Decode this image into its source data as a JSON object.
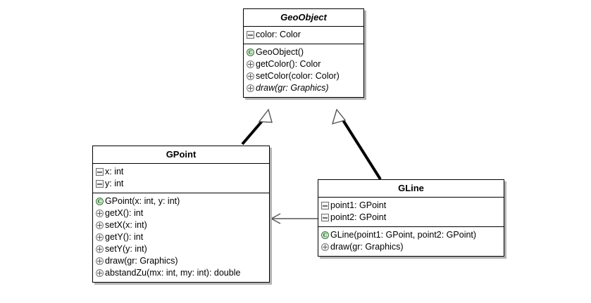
{
  "diagram": {
    "title": "UML class diagram",
    "type": "uml-class-diagram",
    "background": "#ffffff",
    "line_color": "#000000",
    "shadow_color": "#b4b4b4"
  },
  "classes": [
    {
      "id": "geoobject",
      "name": "GeoObject",
      "abstract": true,
      "attributes": [
        {
          "icon": "private-field-icon",
          "visibility": "private",
          "label": "color: Color",
          "italic": false
        }
      ],
      "operations": [
        {
          "icon": "constructor-icon",
          "visibility": "constructor",
          "label": "GeoObject()",
          "italic": false
        },
        {
          "icon": "public-method-icon",
          "visibility": "public",
          "label": "getColor(): Color",
          "italic": false
        },
        {
          "icon": "public-method-icon",
          "visibility": "public",
          "label": "setColor(color: Color)",
          "italic": false
        },
        {
          "icon": "public-method-icon",
          "visibility": "public",
          "label": "draw(gr: Graphics)",
          "italic": true
        }
      ]
    },
    {
      "id": "gpoint",
      "name": "GPoint",
      "abstract": false,
      "attributes": [
        {
          "icon": "private-field-icon",
          "visibility": "private",
          "label": "x: int",
          "italic": false
        },
        {
          "icon": "private-field-icon",
          "visibility": "private",
          "label": "y: int",
          "italic": false
        }
      ],
      "operations": [
        {
          "icon": "constructor-icon",
          "visibility": "constructor",
          "label": "GPoint(x: int, y: int)",
          "italic": false
        },
        {
          "icon": "public-method-icon",
          "visibility": "public",
          "label": "getX(): int",
          "italic": false
        },
        {
          "icon": "public-method-icon",
          "visibility": "public",
          "label": "setX(x: int)",
          "italic": false
        },
        {
          "icon": "public-method-icon",
          "visibility": "public",
          "label": "getY(): int",
          "italic": false
        },
        {
          "icon": "public-method-icon",
          "visibility": "public",
          "label": "setY(y: int)",
          "italic": false
        },
        {
          "icon": "public-method-icon",
          "visibility": "public",
          "label": "draw(gr: Graphics)",
          "italic": false
        },
        {
          "icon": "public-method-icon",
          "visibility": "public",
          "label": "abstandZu(mx: int, my: int): double",
          "italic": false
        }
      ]
    },
    {
      "id": "gline",
      "name": "GLine",
      "abstract": false,
      "attributes": [
        {
          "icon": "private-field-icon",
          "visibility": "private",
          "label": "point1: GPoint",
          "italic": false
        },
        {
          "icon": "private-field-icon",
          "visibility": "private",
          "label": "point2: GPoint",
          "italic": false
        }
      ],
      "operations": [
        {
          "icon": "constructor-icon",
          "visibility": "constructor",
          "label": "GLine(point1: GPoint, point2: GPoint)",
          "italic": false
        },
        {
          "icon": "public-method-icon",
          "visibility": "public",
          "label": "draw(gr: Graphics)",
          "italic": false
        }
      ]
    }
  ],
  "relationships": [
    {
      "id": "gpoint-extends-geoobject",
      "kind": "generalization",
      "from": "GPoint",
      "to": "GeoObject",
      "arrow": "hollow-triangle"
    },
    {
      "id": "gline-extends-geoobject",
      "kind": "generalization",
      "from": "GLine",
      "to": "GeoObject",
      "arrow": "hollow-triangle"
    },
    {
      "id": "gline-uses-gpoint",
      "kind": "association",
      "from": "GLine",
      "to": "GPoint",
      "arrow": "open-arrow"
    }
  ],
  "icon_legend": {
    "private-field-icon": "square-minus",
    "public-method-icon": "circle-plus",
    "constructor-icon": "circle-c",
    "constructor-glyph": "C"
  }
}
